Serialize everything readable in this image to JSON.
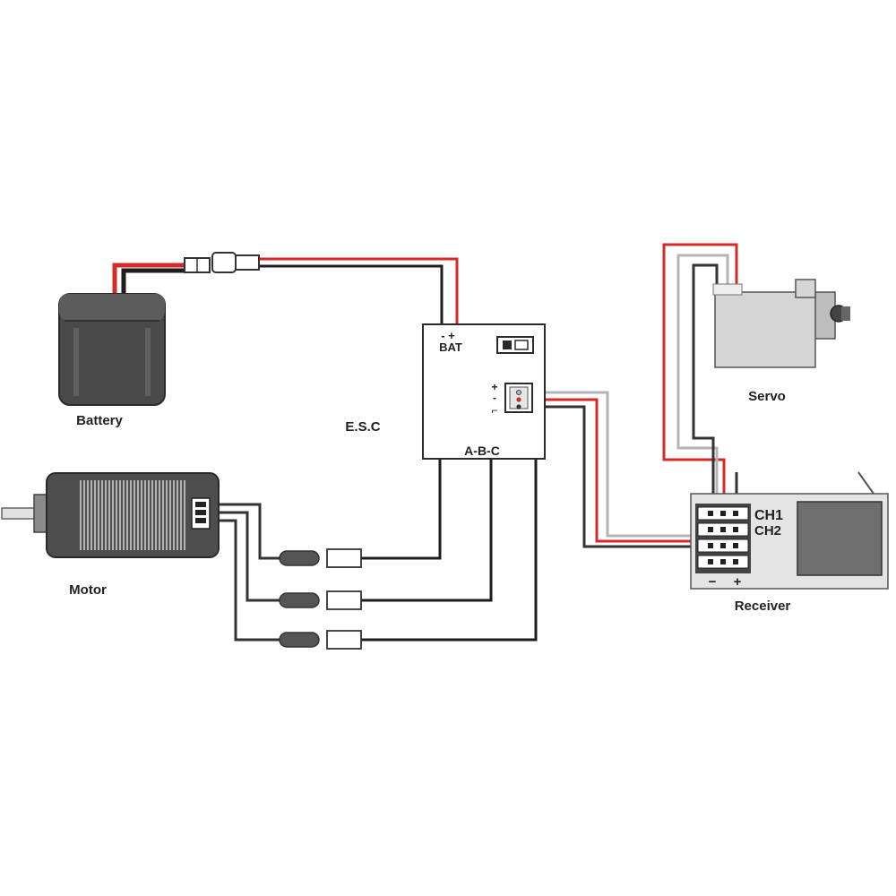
{
  "labels": {
    "battery": "Battery",
    "esc": "E.S.C",
    "motor": "Motor",
    "servo": "Servo",
    "receiver": "Receiver",
    "bat": "BAT",
    "bat_polarity": "-  +",
    "abc": "A-B-C",
    "ch1": "CH1",
    "ch2": "CH2",
    "rx_minus": "−",
    "rx_plus": "+",
    "esc_plus": "+",
    "esc_minus": "-",
    "esc_signal": "⌐"
  },
  "colors": {
    "wire_red": "#d42a2a",
    "wire_black": "#1e1e1e",
    "wire_white": "#b4b4b4",
    "wire_dark": "#333333",
    "device_dark": "#4a4a4a",
    "device_light": "#d6d6d6",
    "outline": "#2a2a2a"
  }
}
